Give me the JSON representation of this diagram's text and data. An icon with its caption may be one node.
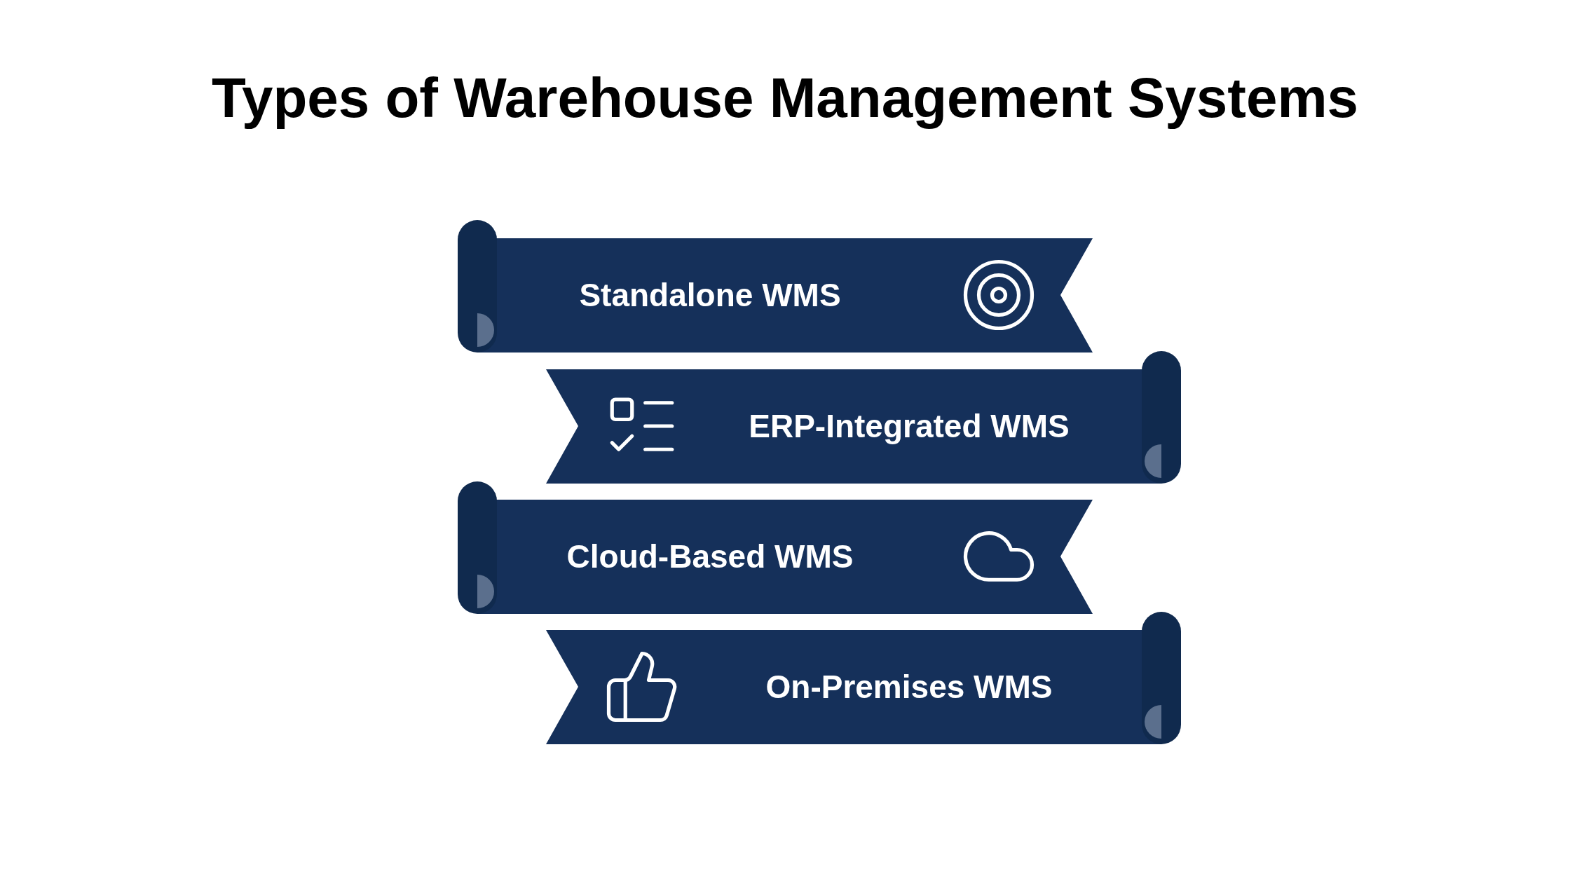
{
  "diagram": {
    "title": "Types of Warehouse Management Systems",
    "nodes": [
      {
        "text": [
          "Standalone WMS"
        ]
      },
      {
        "text": [
          "ERP-Integrated WMS"
        ]
      },
      {
        "text": [
          "Cloud-Based WMS"
        ]
      },
      {
        "text": [
          "On-Premises WMS"
        ]
      }
    ]
  }
}
